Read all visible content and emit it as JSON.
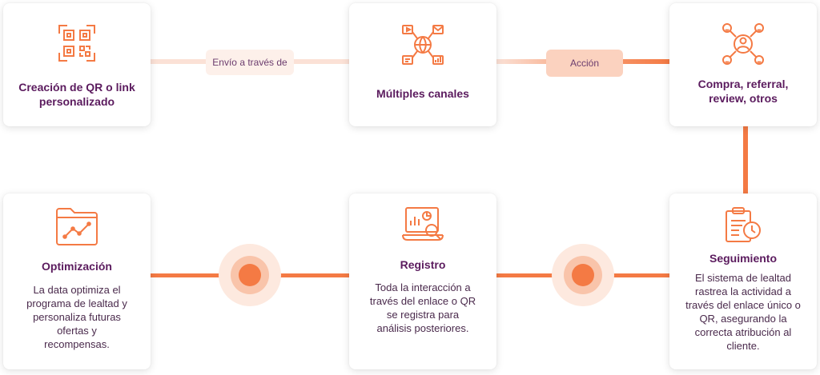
{
  "colors": {
    "accent": "#f47a44",
    "title": "#5b1b5e",
    "text": "#4a2a4c",
    "connector_light": "#fbe1d6",
    "pill_light": "#fdf0ea",
    "pill_strong": "#fbd2bf"
  },
  "steps": {
    "qr": {
      "title": "Creación de QR o link personalizado",
      "icon": "qr-code-icon"
    },
    "channels": {
      "title": "Múltiples canales",
      "icon": "multichannel-icon"
    },
    "action": {
      "title": "Compra, referral, review, otros",
      "icon": "users-network-icon"
    },
    "tracking": {
      "title": "Seguimiento",
      "desc": "El sistema de lealtad rastrea la actividad a través del enlace único o QR, asegurando la correcta atribución al cliente.",
      "icon": "clipboard-clock-icon"
    },
    "registry": {
      "title": "Registro",
      "desc": "Toda la interacción a través del enlace o QR se registra para análisis posteriores.",
      "icon": "analytics-search-icon"
    },
    "optimization": {
      "title": "Optimización",
      "desc": "La data optimiza el programa de lealtad y personaliza futuras ofertas y recompensas.",
      "icon": "folder-chart-icon"
    }
  },
  "connectors": {
    "send_label": "Envío a través de",
    "action_label": "Acción"
  }
}
